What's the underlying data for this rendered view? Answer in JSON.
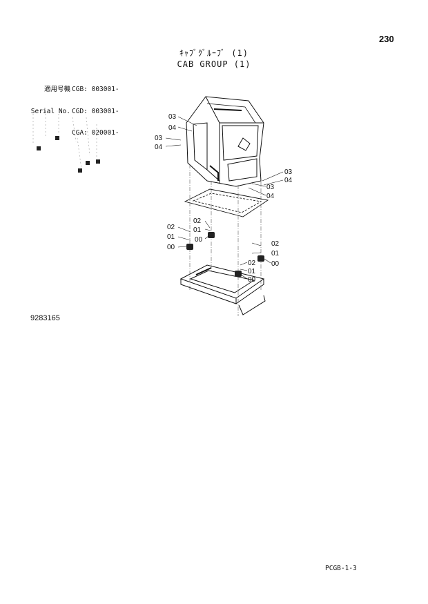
{
  "page_number": "230",
  "title_jp": "ｷｬﾌﾞｸﾞﾙｰﾌﾞ (1)",
  "title_en": "CAB GROUP (1)",
  "serial_label_jp": "適用号機",
  "serial_label_en": "Serial No.",
  "serial_numbers": [
    "CGB: 003001-",
    "CGD: 003001-",
    "CGA: 020001-"
  ],
  "callouts": [
    "03",
    "04",
    "03",
    "04",
    "03",
    "04",
    "03",
    "04",
    "02",
    "01",
    "00",
    "02",
    "01",
    "00",
    "02",
    "01",
    "00",
    "02",
    "01",
    "00"
  ],
  "drawing_number": "9283165",
  "page_code": "PCGB-1-3"
}
